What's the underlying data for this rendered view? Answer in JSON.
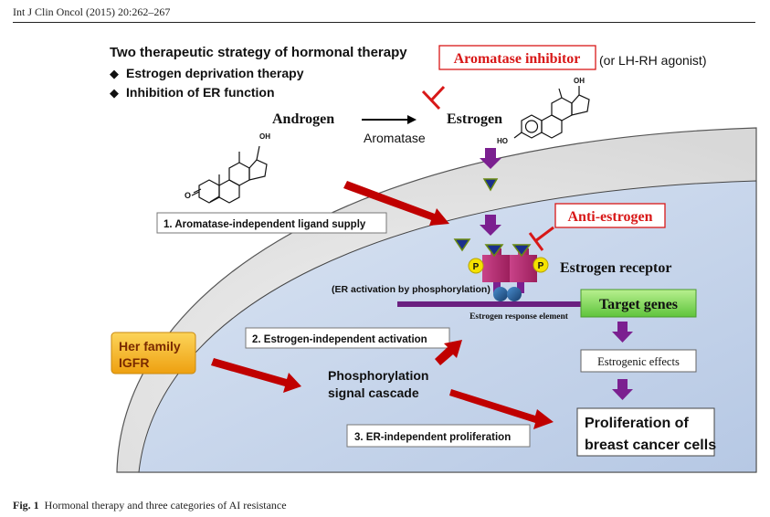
{
  "header": {
    "journal_ref": "Int J Clin Oncol (2015) 20:262–267"
  },
  "figure": {
    "strategy_title": "Two therapeutic strategy of hormonal therapy",
    "strategies": [
      "Estrogen deprivation therapy",
      "Inhibition of ER function"
    ],
    "bullet_glyph": "◆",
    "aromatase_inhibitor": "Aromatase inhibitor",
    "lhrh_note": "(or LH-RH agonist)",
    "androgen": "Androgen",
    "aromatase": "Aromatase",
    "estrogen": "Estrogen",
    "oh_label": "OH",
    "ho_label": "HO",
    "o_label": "O",
    "mechanism_1": "1. Aromatase-independent ligand supply",
    "anti_estrogen": "Anti-estrogen",
    "estrogen_receptor": "Estrogen receptor",
    "phospho_label": "P",
    "er_activation": "(ER activation by phosphorylation)",
    "target_genes": "Target genes",
    "ere": "Estrogen response element",
    "her_family": "Her family",
    "igfr": "IGFR",
    "mechanism_2": "2. Estrogen-independent activation",
    "estrogenic_effects": "Estrogenic effects",
    "phospho_cascade_1": "Phosphorylation",
    "phospho_cascade_2": "signal cascade",
    "mechanism_3": "3. ER-independent proliferation",
    "proliferation_1": "Proliferation of",
    "proliferation_2": "breast cancer cells",
    "colors": {
      "cell": "#e8e8e8",
      "nucleus": "#c9d7ec",
      "red_arrow": "#c00000",
      "purple_arrow": "#7b2090",
      "receptor": "#b0306e",
      "phospho": "#f5e200",
      "target_green": "#7ed957",
      "her_orange": "#f5b820",
      "inhibitor_red": "#d81818"
    }
  },
  "caption": {
    "label": "Fig. 1",
    "text": "Hormonal therapy and three categories of AI resistance"
  }
}
